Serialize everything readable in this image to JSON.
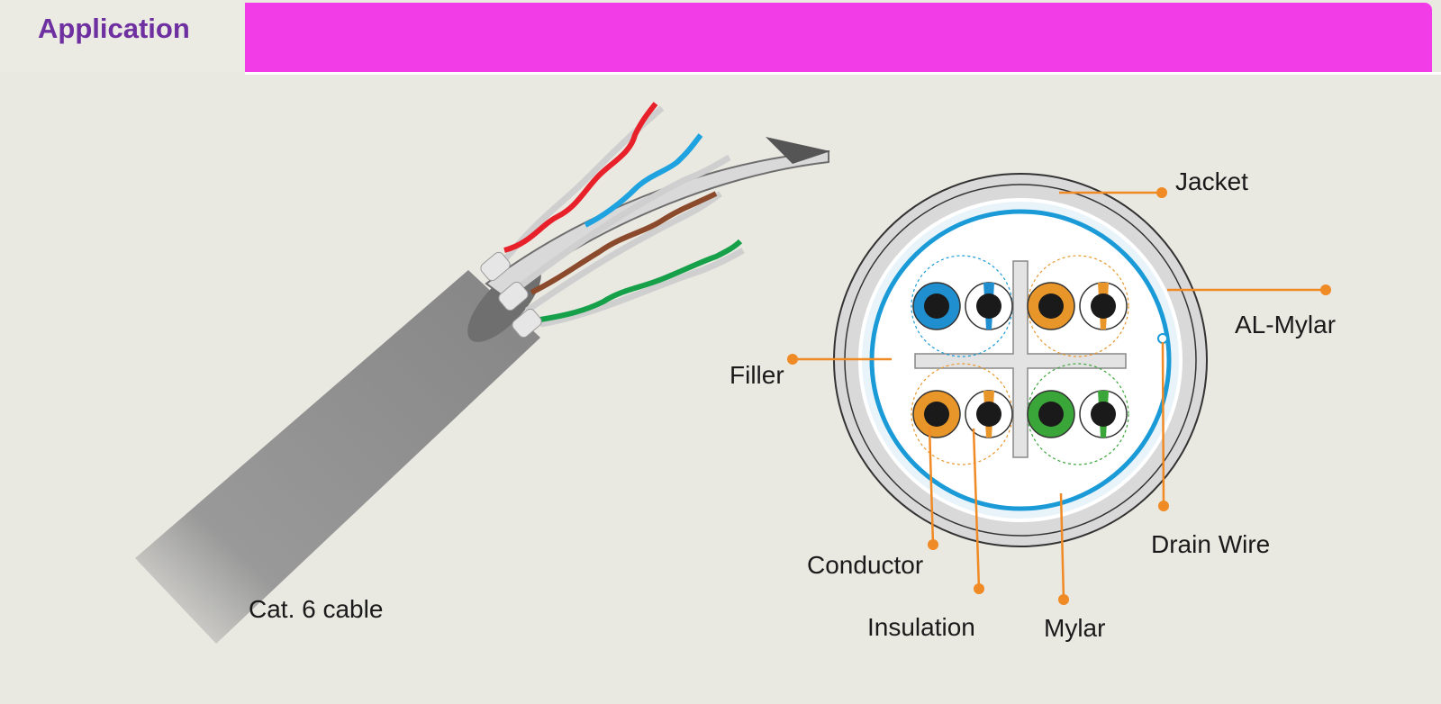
{
  "header": {
    "tab_label": "Application",
    "bar_color": "#f23ce8",
    "tab_text_color": "#6e2fa0"
  },
  "cable": {
    "caption": "Cat. 6 cable",
    "pair_colors": [
      "#e8202a",
      "#1fa3e0",
      "#8b4a2b",
      "#16a04a"
    ],
    "jacket_color": "#8a8a8a"
  },
  "cross_section": {
    "labels": {
      "jacket": "Jacket",
      "al_mylar": "AL-Mylar",
      "filler": "Filler",
      "drain_wire": "Drain Wire",
      "conductor": "Conductor",
      "insulation": "Insulation",
      "mylar": "Mylar"
    },
    "leader_color": "#f08a24",
    "conductor_colors": [
      "#1f8fd0",
      "#e8962a",
      "#e8962a",
      "#3aa63a"
    ]
  }
}
